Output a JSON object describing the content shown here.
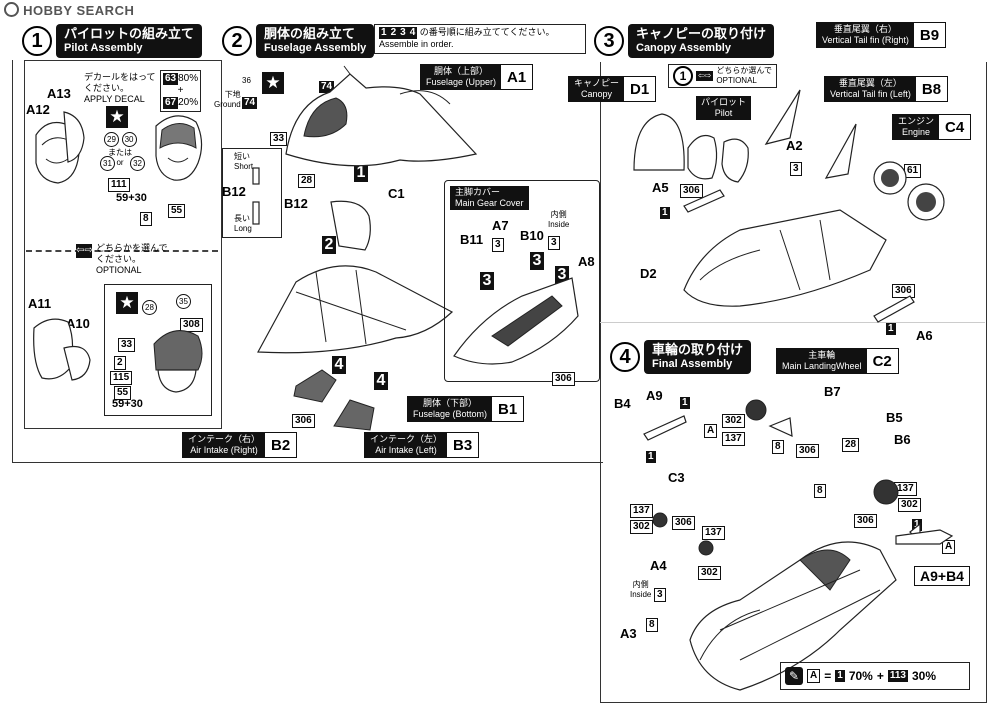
{
  "brand": "HOBBY SEARCH",
  "order_note": {
    "digits": [
      "1",
      "2",
      "3",
      "4"
    ],
    "jp": "の番号順に組み立ててください。",
    "en": "Assemble in order."
  },
  "step1": {
    "num": "1",
    "jp": "パイロットの組み立て",
    "en": "Pilot Assembly",
    "decal_jp": "デカールをはって",
    "decal_jp2": "ください。",
    "decal_en": "APPLY DECAL",
    "or_jp": "または",
    "or_en": "or",
    "optional_jp": "どちらかを選んで",
    "optional_jp2": "ください。",
    "optional_en": "OPTIONAL",
    "mix_a": "63",
    "mix_a_pct": "80%",
    "mix_plus": "+",
    "mix_b": "67",
    "mix_b_pct": "20%",
    "parts": [
      "A12",
      "A13",
      "A11",
      "A10"
    ],
    "colors_top": [
      "29",
      "30",
      "31",
      "32",
      "111",
      "59+30",
      "8",
      "55"
    ],
    "colors_bottom": [
      "28",
      "35",
      "308",
      "33",
      "2",
      "115",
      "55",
      "59+30"
    ]
  },
  "step2": {
    "num": "2",
    "jp": "胴体の組み立て",
    "en": "Fuselage Assembly",
    "parts": [
      "B12",
      "C1"
    ],
    "b12_short_jp": "短い",
    "b12_short_en": "Short",
    "b12_long_jp": "長い",
    "b12_long_en": "Long",
    "ground_jp": "下地",
    "ground_en": "Ground",
    "ground_color": "74",
    "decal_36": "36",
    "c74": "74",
    "c33": "33",
    "c28": "28",
    "c306": "306",
    "gear_cover_jp": "主脚カバー",
    "gear_cover_en": "Main Gear Cover",
    "inside_jp": "内側",
    "inside_en": "Inside",
    "gear_parts": [
      "B11",
      "A7",
      "B10",
      "A8"
    ],
    "gear_colors": [
      "3",
      "3",
      "3",
      "306"
    ],
    "fuselage_upper": {
      "jp": "胴体（上部）",
      "en": "Fuselage (Upper)",
      "code": "A1"
    },
    "fuselage_bottom": {
      "jp": "胴体（下部）",
      "en": "Fuselage (Bottom)",
      "code": "B1"
    },
    "intake_right": {
      "jp": "インテーク（右）",
      "en": "Air Intake (Right)",
      "code": "B2"
    },
    "intake_left": {
      "jp": "インテーク（左）",
      "en": "Air Intake (Left)",
      "code": "B3"
    },
    "seq": [
      "1",
      "2",
      "3",
      "3",
      "3",
      "4",
      "4"
    ]
  },
  "step3": {
    "num": "3",
    "jp": "キャノピーの取り付け",
    "en": "Canopy Assembly",
    "canopy": {
      "jp": "キャノピー",
      "en": "Canopy",
      "code": "D1"
    },
    "pilot_jp": "パイロット",
    "pilot_en": "Pilot",
    "optional_jp": "どちらか選んで",
    "optional_en": "OPTIONAL",
    "parts": [
      "A5",
      "A2",
      "D2",
      "A6"
    ],
    "colors": [
      "306",
      "1",
      "3",
      "306",
      "1"
    ],
    "tail_right": {
      "jp": "垂直尾翼（右）",
      "en": "Vertical Tail fin (Right)",
      "code": "B9"
    },
    "tail_left": {
      "jp": "垂直尾翼（左）",
      "en": "Vertical Tail fin (Left)",
      "code": "B8"
    },
    "engine": {
      "jp": "エンジン",
      "en": "Engine",
      "code": "C4"
    },
    "engine_color": "61"
  },
  "step4": {
    "num": "4",
    "jp": "車輪の取り付け",
    "en": "Final Assembly",
    "main_wheel": {
      "jp": "主車輪",
      "en": "Main LandingWheel",
      "code": "C2"
    },
    "parts": [
      "B4",
      "A9",
      "B7",
      "B5",
      "B6",
      "C3",
      "A4",
      "A3"
    ],
    "inside_jp": "内側",
    "inside_en": "Inside",
    "combo": "A9+B4",
    "box_a": "A",
    "colors": [
      "1",
      "302",
      "137",
      "8",
      "306",
      "1",
      "28",
      "8",
      "306",
      "137",
      "302",
      "137",
      "302",
      "306",
      "137",
      "302",
      "3",
      "8",
      "1"
    ],
    "mix": {
      "a": "A",
      "eq": "=",
      "c1": "1",
      "p1": "70%",
      "plus": "+",
      "c2": "113",
      "p2": "30%"
    }
  }
}
